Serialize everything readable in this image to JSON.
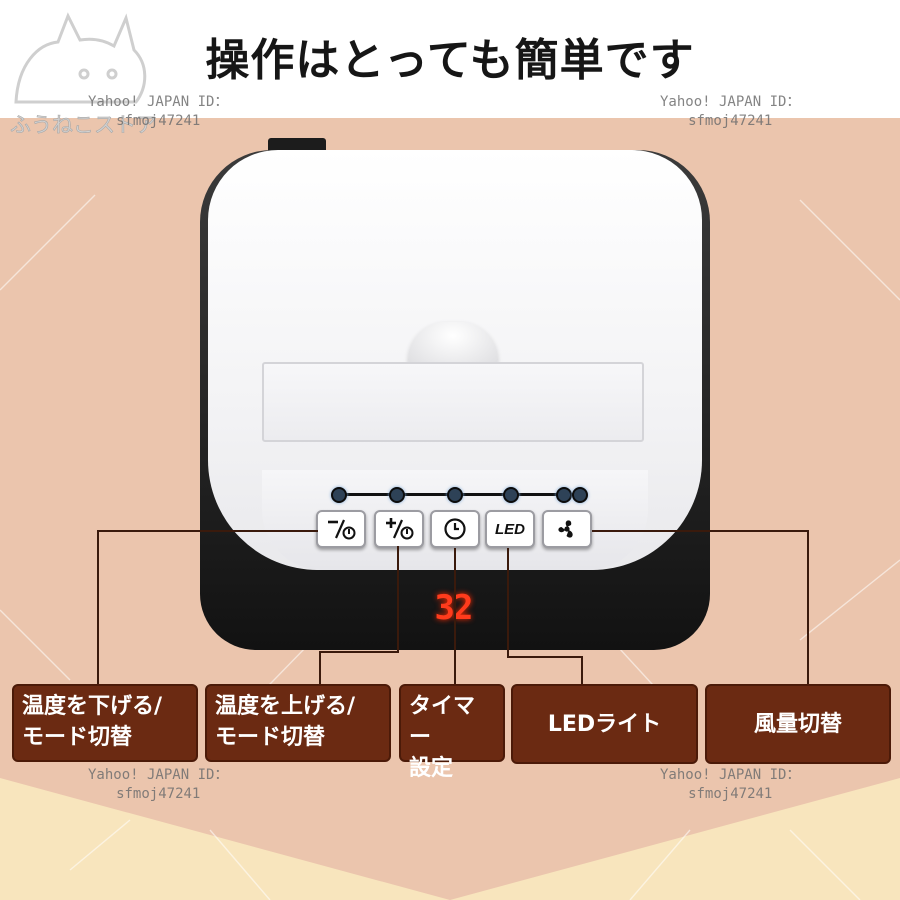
{
  "title": "操作はとっても簡単です",
  "logo": {
    "text": "ふうねこストア"
  },
  "watermark": {
    "line1": "Yahoo! JAPAN ID：",
    "line2": "sfmoj47241"
  },
  "device": {
    "display_value": "32",
    "buttons": [
      {
        "name": "temp-down-mode-button",
        "symbol": "−/⏻"
      },
      {
        "name": "temp-up-mode-button",
        "symbol": "+/⏻"
      },
      {
        "name": "timer-button",
        "symbol": "clock-icon"
      },
      {
        "name": "led-button",
        "symbol": "LED"
      },
      {
        "name": "fan-speed-button",
        "symbol": "fan-icon"
      }
    ]
  },
  "labels": {
    "temp_down_line1": "温度を下げる/",
    "temp_down_line2": "モード切替",
    "temp_up_line1": "温度を上げる/",
    "temp_up_line2": "モード切替",
    "timer_line1": "タイマー",
    "timer_line2": "設定",
    "led": "LEDライト",
    "fan": "風量切替"
  },
  "colors": {
    "label_bg": "#6b2a12",
    "page_bg": "#ebc5ad",
    "display": "#ff3b1c"
  }
}
